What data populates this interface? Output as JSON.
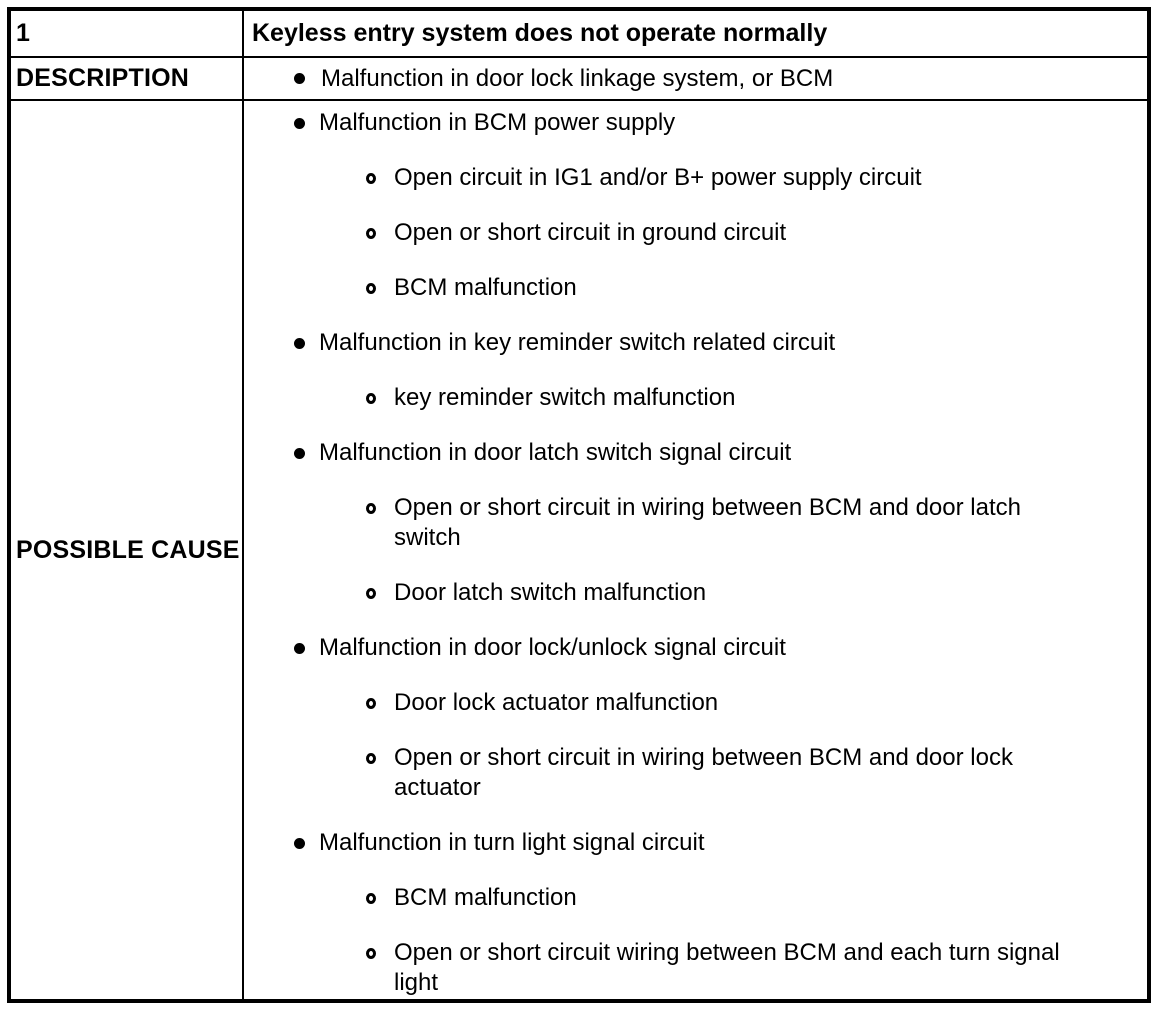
{
  "table": {
    "item_number": "1",
    "title": "Keyless entry system does not operate normally",
    "description_label": "DESCRIPTION",
    "description_items": [
      "Malfunction in door lock linkage system, or BCM"
    ],
    "possible_cause_label": "POSSIBLE CAUSE",
    "causes": [
      {
        "text": "Malfunction in BCM power supply",
        "subs": [
          "Open circuit in IG1 and/or B+ power supply circuit",
          "Open or short circuit in ground circuit",
          "BCM malfunction"
        ]
      },
      {
        "text": "Malfunction in key reminder switch related circuit",
        "subs": [
          "key reminder switch malfunction"
        ]
      },
      {
        "text": "Malfunction in door latch switch signal circuit",
        "subs": [
          "Open or short circuit in wiring between BCM and door latch switch",
          "Door latch switch malfunction"
        ]
      },
      {
        "text": "Malfunction in door lock/unlock signal circuit",
        "subs": [
          "Door lock actuator malfunction",
          "Open or short circuit in wiring between BCM and door lock actuator"
        ]
      },
      {
        "text": "Malfunction in turn light signal circuit",
        "subs": [
          "BCM malfunction",
          "Open or short circuit wiring between BCM and each turn signal light"
        ]
      }
    ],
    "colors": {
      "background": "#ffffff",
      "text": "#000000",
      "border": "#000000"
    }
  }
}
